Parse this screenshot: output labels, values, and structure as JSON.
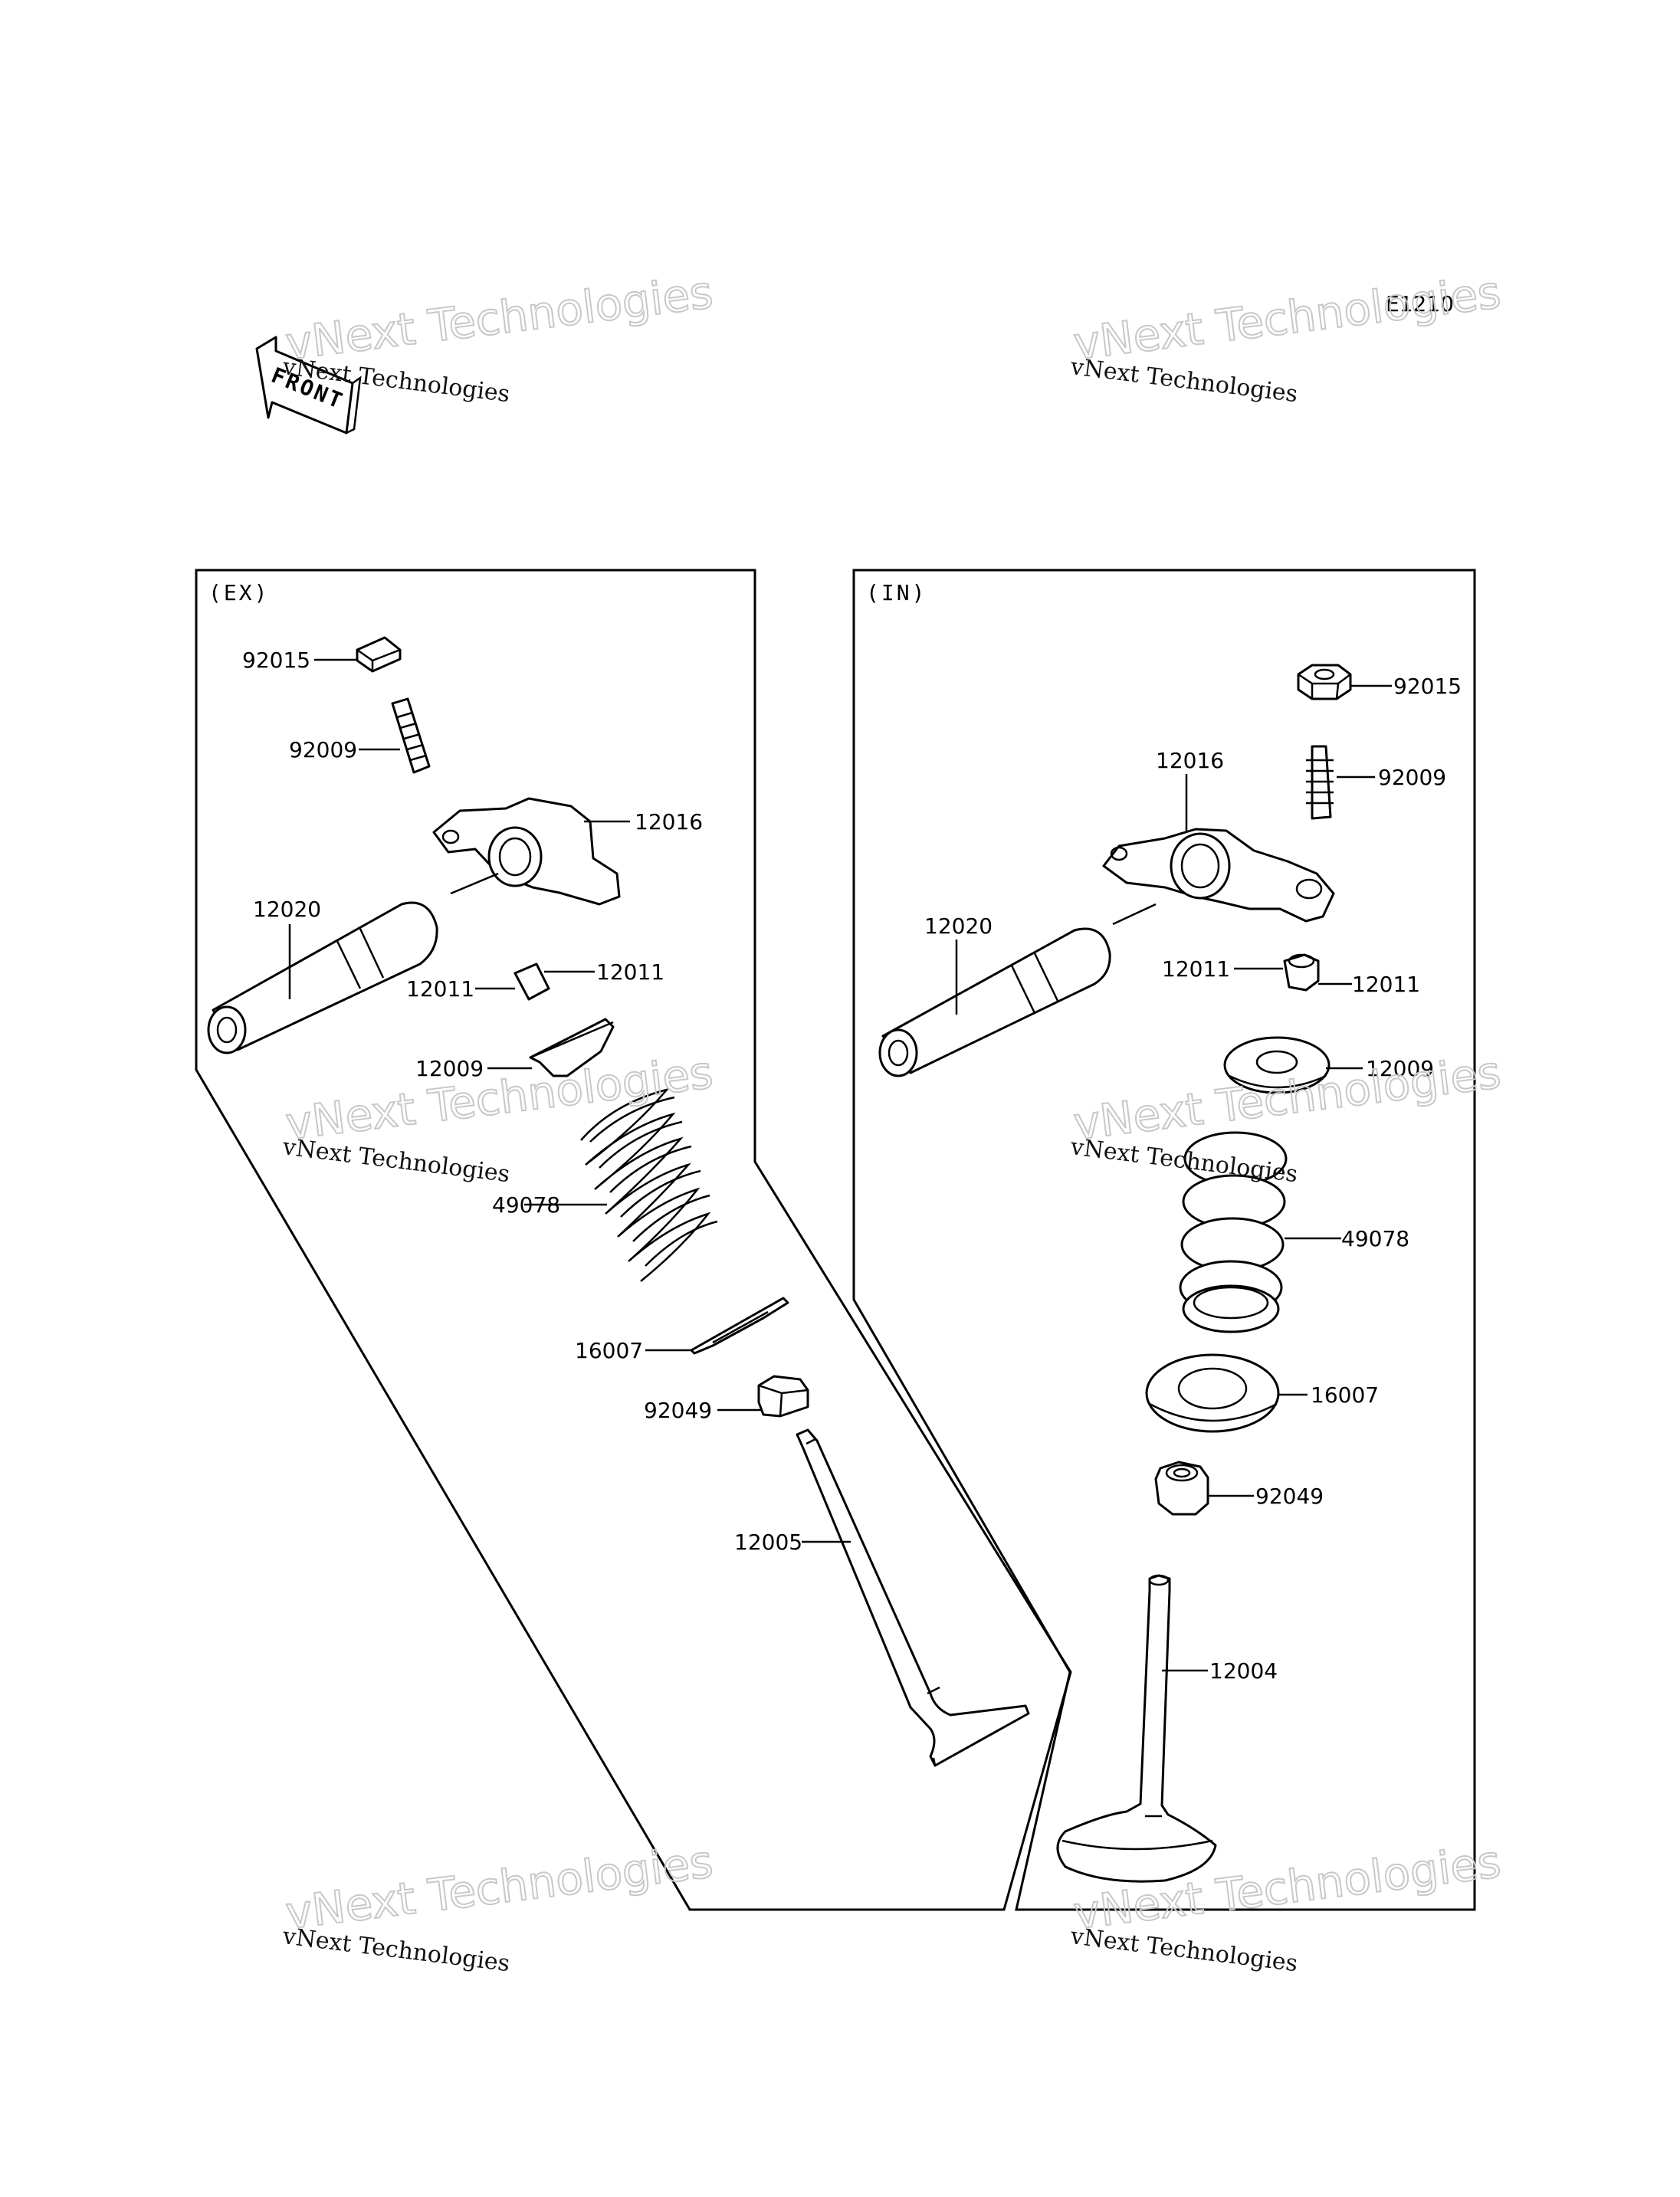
{
  "diagram_code": "E1210",
  "front_label": "FRONT",
  "watermark": {
    "line1": "vNext Technologies",
    "line2": "vNext Technologies"
  },
  "sections": {
    "exhaust": {
      "header": "(EX)",
      "labels": {
        "nut": "92015",
        "adjust_screw": "92009",
        "rocker_arm": "12016",
        "rocker_shaft": "12020",
        "cotter_left": "12011",
        "cotter_right": "12011",
        "retainer": "12009",
        "spring": "49078",
        "seat": "16007",
        "stem_seal": "92049",
        "valve": "12005"
      }
    },
    "intake": {
      "header": "(IN)",
      "labels": {
        "nut": "92015",
        "adjust_screw": "92009",
        "rocker_arm": "12016",
        "rocker_shaft": "12020",
        "cotter_left": "12011",
        "cotter_right": "12011",
        "retainer": "12009",
        "spring": "49078",
        "seat": "16007",
        "stem_seal": "92049",
        "valve": "12004"
      }
    }
  }
}
